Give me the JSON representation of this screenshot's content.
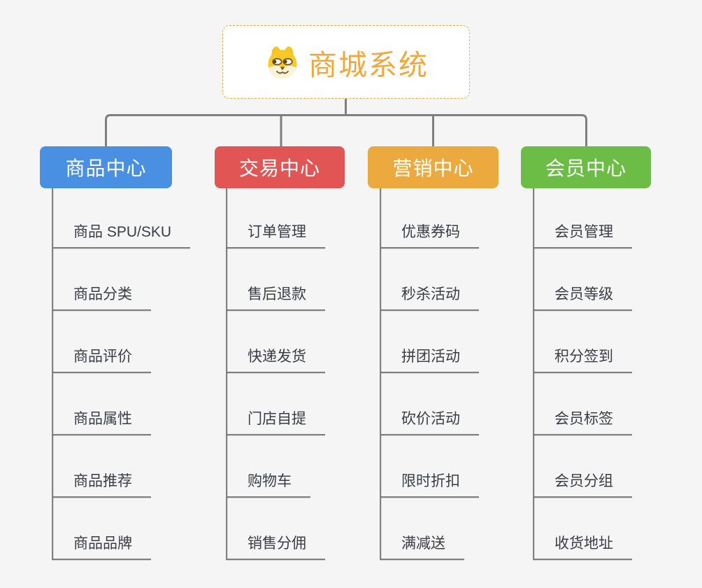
{
  "root": {
    "title": "商城系统",
    "icon": "dog-face-icon"
  },
  "branches": [
    {
      "label": "商品中心",
      "color": "#4a90e2",
      "children": [
        "商品 SPU/SKU",
        "商品分类",
        "商品评价",
        "商品属性",
        "商品推荐",
        "商品品牌"
      ]
    },
    {
      "label": "交易中心",
      "color": "#e15654",
      "children": [
        "订单管理",
        "售后退款",
        "快递发货",
        "门店自提",
        "购物车",
        "销售分佣"
      ]
    },
    {
      "label": "营销中心",
      "color": "#eca93d",
      "children": [
        "优惠券码",
        "秒杀活动",
        "拼团活动",
        "砍价活动",
        "限时折扣",
        "满减送"
      ]
    },
    {
      "label": "会员中心",
      "color": "#6cbd45",
      "children": [
        "会员管理",
        "会员等级",
        "积分签到",
        "会员标签",
        "会员分组",
        "收货地址"
      ]
    }
  ],
  "colors": {
    "background": "#f5f5f6",
    "root_border": "#f0ab45",
    "root_text": "#f0a83c",
    "connector_line": "#7f7f7f",
    "topic_text": "#393d44",
    "branch_product": "#4a90e2",
    "branch_trade": "#e15654",
    "branch_marketing": "#eca93d",
    "branch_member": "#6cbd45"
  }
}
